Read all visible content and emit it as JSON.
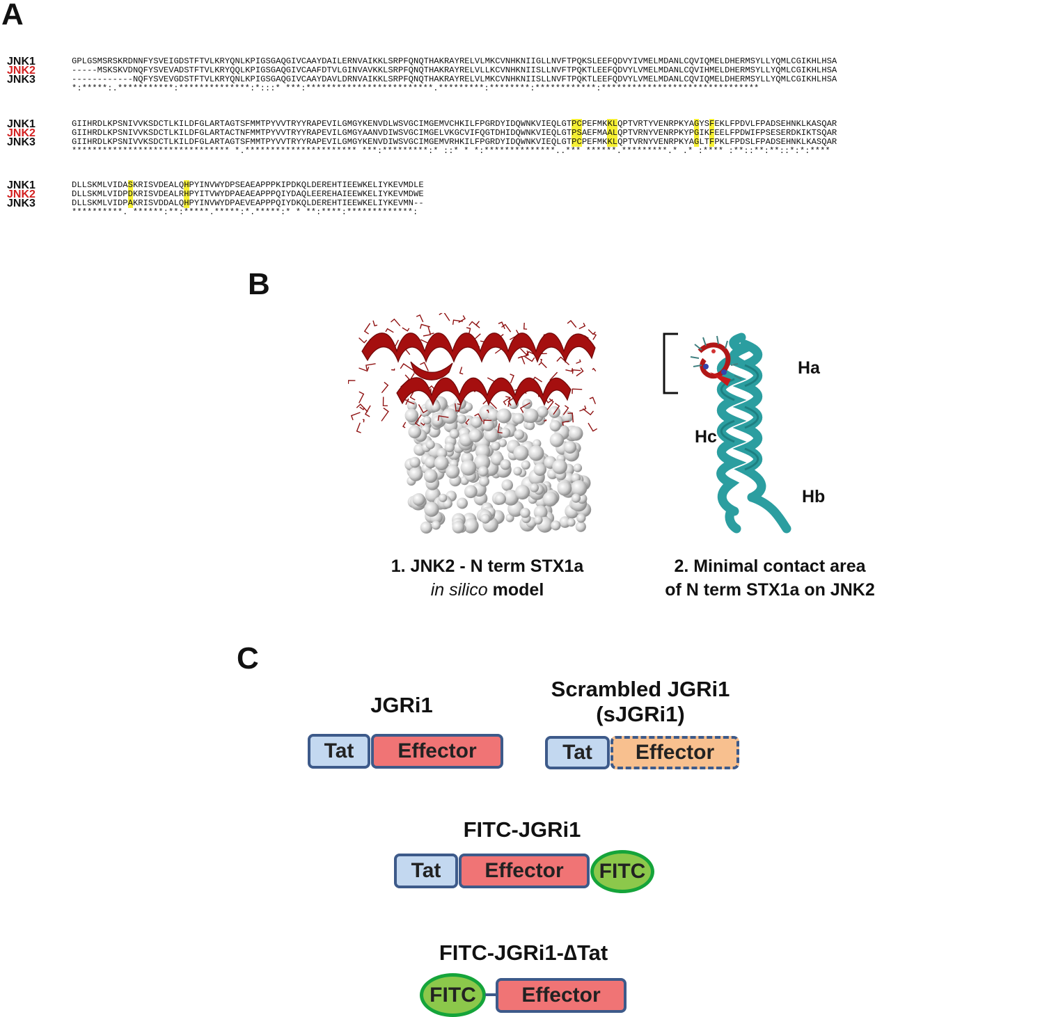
{
  "panels": {
    "a": "A",
    "b": "B",
    "c": "C"
  },
  "alignment": {
    "blocks": [
      {
        "rows": [
          {
            "label": "JNK1",
            "color": "#111111",
            "seq": "GPLGSMSRSKRDNNFYSVEIGDSTFTVLKRYQNLKPIGSGAQGIVCAAYDAILERNVAIKKLSRPFQNQTHAKRAYRELVLMKCVNHKNIIGLLNVFTPQKSLEEFQDVYIVMELMDANLCQVIQMELDHERMSYLLYQMLCGIKHLHSA"
          },
          {
            "label": "JNK2",
            "color": "#d21f1f",
            "seq": "-----MSKSKVDNQFYSVEVADSTFTVLKRYQQLKPIGSGAQGIVCAAFDTVLGINVAVKKLSRPFQNQTHAKRAYRELVLLKCVNHKNIISLLNVFTPQKTLEEFQDVYLVMELMDANLCQVIHMELDHERMSYLLYQMLCGIKHLHSA"
          },
          {
            "label": "JNK3",
            "color": "#111111",
            "seq": "------------NQFYSVEVGDSTFTVLKRYQNLKPIGSGAQGIVCAAYDAVLDRNVAIKKLSRPFQNQTHAKRAYRELVLMKCVNHKNIISLLNVFTPQKTLEEFQDVYLVMELMDANLCQVIQMELDHERMSYLLYQMLCGIKHLHSA"
          },
          {
            "label": "",
            "color": "#111111",
            "seq": "            *:*****:.***********:**************:*:::*  ***:*************************.*********:********:************:*******************************"
          }
        ]
      },
      {
        "rows": [
          {
            "label": "JNK1",
            "color": "#111111",
            "seq": "GIIHRDLKPSNIVVKSDCTLKILDFGLARTAGTSFMMTPYVVTRYYRAPEVILGMGYKENVDLWSVGCIMGEMVCHKILFPGRDYIDQWNKVIEQLGTPCPEFMKKLQPTVRTYVENRPKYAGYSFEKLFPDVLFPADSEHNKLKASQAR"
          },
          {
            "label": "JNK2",
            "color": "#d21f1f",
            "seq": "GIIHRDLKPSNIVVKSDCTLKILDFGLARTACTNFMMTPYVVTRYYRAPEVILGMGYAANVDIWSVGCIMGELVKGCVIFQGTDHIDQWNKVIEQLGTPSAEFMAALQPTVRNYVENRPKYPGIKFEELFPDWIFPSESERDKIKTSQAR"
          },
          {
            "label": "JNK3",
            "color": "#111111",
            "seq": "GIIHRDLKPSNIVVKSDCTLKILDFGLARTAGTSFMMTPYVVTRYYRAPEVILGMGYKENVDIWSVGCIMGEMVRHKILFPGRDYIDQWNKVIEQLGTPCPEFMKKLQPTVRNYVENRPKYAGLTFPKLFPDSLFPADSEHNKLKASQAR"
          },
          {
            "label": "",
            "color": "#111111",
            "seq": "******************************* *.**********************  ***:*********:*    ::* * *:**************..***  ******.*********.* .* :**** :**::**:**::*:*:****"
          }
        ]
      },
      {
        "rows": [
          {
            "label": "JNK1",
            "color": "#111111",
            "seq": "DLLSKMLVIDASKRISVDEALQHPYINVWYDPSEAEAPPPKIPDKQLDEREHTIEEWKELIYKEVMDLE"
          },
          {
            "label": "JNK2",
            "color": "#d21f1f",
            "seq": "DLLSKMLVIDPDKRISVDEALRHPYITVWYDPAEAEAPPPQIYDAQLEEREHAIEEWKELIYKEVMDWE"
          },
          {
            "label": "JNK3",
            "color": "#111111",
            "seq": "DLLSKMLVIDPAKRISVDDALQHPYINVWYDPAEVEAPPPQIYDKQLDEREHTIEEWKELIYKEVMN--"
          },
          {
            "label": "",
            "color": "#111111",
            "seq": "**********. ******:**:*****.*****:*.*****:* * **:****:*************:"
          }
        ]
      }
    ]
  },
  "panel_b": {
    "model1_caption_line1": "1. JNK2 - N term STX1a",
    "model1_caption_italic": "in silico",
    "model1_caption_rest": " model",
    "model2_caption_line1": "2. Minimal contact area",
    "model2_caption_line2": "of N term STX1a on JNK2",
    "helix_a": "Ha",
    "helix_b": "Hb",
    "helix_c": "Hc",
    "colors": {
      "helix_red": "#a50f0f",
      "teal": "#2b9ea0",
      "sphere": "#cfcfcf"
    }
  },
  "panel_c": {
    "jgri1_title": "JGRi1",
    "scrambled_title_line1": "Scrambled JGRi1",
    "scrambled_title_line2": "(sJGRi1)",
    "fitc_title": "FITC-JGRi1",
    "fitc_dtat_title": "FITC-JGRi1-∆Tat",
    "tat": "Tat",
    "effector": "Effector",
    "fitc": "FITC",
    "colors": {
      "tat": "#c3d8f0",
      "effector": "#f07475",
      "scrambled_effector": "#f8c08f",
      "fitc": "#8cc84b",
      "border": "#3d5a8a"
    }
  }
}
